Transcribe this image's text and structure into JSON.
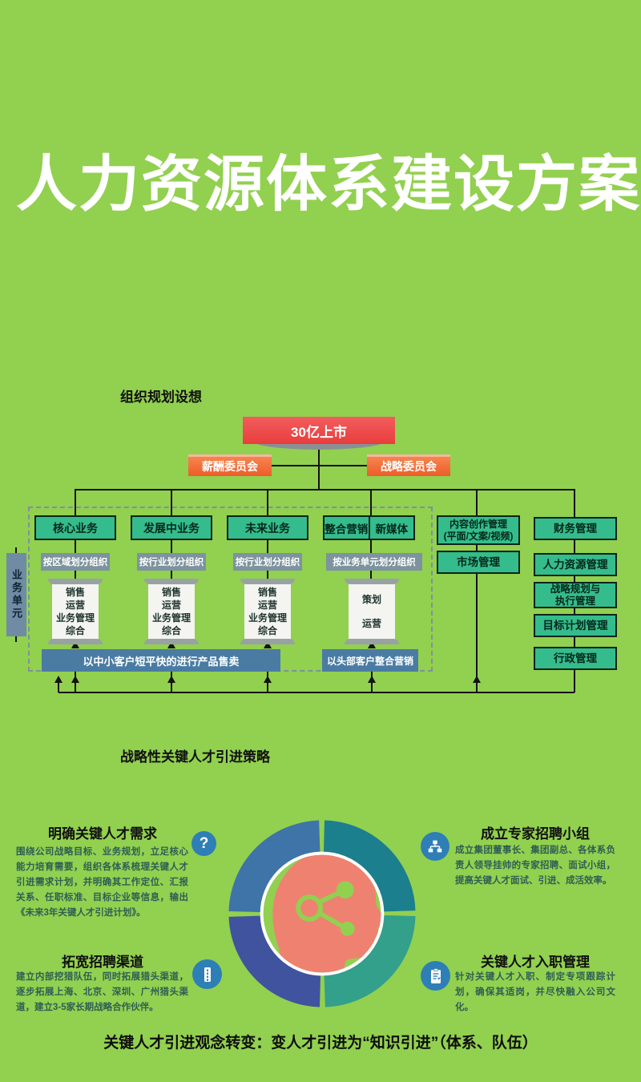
{
  "title": "人力资源体系建设方案",
  "section1": {
    "heading": "组织规划设想",
    "top_box": "30亿上市",
    "committees": [
      "薪酬委员会",
      "战略委员会"
    ],
    "units": [
      "核心业务",
      "发展中业务",
      "未来业务"
    ],
    "combo_units": [
      "整合营销",
      "新媒体"
    ],
    "org_labels": [
      "按区域划分组织",
      "按行业划分组织",
      "按行业划分组织",
      "按业务单元划分组织"
    ],
    "dept_cards": [
      {
        "lines": [
          "销售",
          "运营",
          "业务管理",
          "综合"
        ]
      },
      {
        "lines": [
          "销售",
          "运营",
          "业务管理",
          "综合"
        ]
      },
      {
        "lines": [
          "销售",
          "运营",
          "业务管理",
          "综合"
        ]
      },
      {
        "lines": [
          "策划",
          "运营"
        ]
      }
    ],
    "strategy_bars": [
      "以中小客户短平快的进行产品售卖",
      "以头部客户整合营销"
    ],
    "side_tab": "业务单元",
    "support_col_a": [
      {
        "l1": "内容创作管理",
        "l2": "(平面/文案/视频)"
      },
      {
        "l1": "市场管理"
      }
    ],
    "support_col_b": [
      {
        "l1": "财务管理"
      },
      {
        "l1": "人力资源管理"
      },
      {
        "l1": "战略规划与",
        "l2": "执行管理"
      },
      {
        "l1": "目标计划管理"
      },
      {
        "l1": "行政管理"
      }
    ]
  },
  "section2": {
    "heading": "战略性关键人才引进策略",
    "quadrants": [
      {
        "title": "明确关键人才需求",
        "icon": "question-icon",
        "body": "围绕公司战略目标、业务规划，立足核心能力培育需要，组织各体系梳理关键人才引进需求计划，并明确其工作定位、汇报关系、任职标准、目标企业等信息，输出《未来3年关键人才引进计划》。"
      },
      {
        "title": "成立专家招聘小组",
        "icon": "orgchart-icon",
        "body": "成立集团董事长、集团副总、各体系负责人领导挂帅的专家招聘、面试小组，提高关键人才面试、引进、成活效率。"
      },
      {
        "title": "拓宽招聘渠道",
        "icon": "building-icon",
        "body": "建立内部挖猎队伍，同时拓展猎头渠道，逐步拓展上海、北京、深圳、广州猎头渠道，建立3-5家长期战略合作伙伴。"
      },
      {
        "title": "关键人才入职管理",
        "icon": "clipboard-icon",
        "body": "针对关键人才入职、制定专项跟踪计划，确保其适岗，并尽快融入公司文化。"
      }
    ],
    "question_glyph": "?",
    "footer": "关键人才引进观念转变：变人才引进为“知识引进”（体系、队伍）"
  },
  "colors": {
    "background": "#92d050",
    "title_text": "#ffffff",
    "box_red": "#ee4444",
    "box_orange": "#f3683a",
    "box_teal": "#35bc8c",
    "label_slate": "#7d939e",
    "bar_blue": "#4a7ca3",
    "card_white": "#f4f4f1",
    "side_tab_slate": "#6f8ca4",
    "ring_top_left": "#3e74a8",
    "ring_top_right": "#1b7f8e",
    "ring_bottom_right": "#33a08c",
    "ring_bottom_left": "#40539e",
    "head_coral": "#ef8171",
    "icon_blue": "#2e7fb5",
    "body_text_teal": "#2e5f53",
    "line_black": "#131313"
  }
}
